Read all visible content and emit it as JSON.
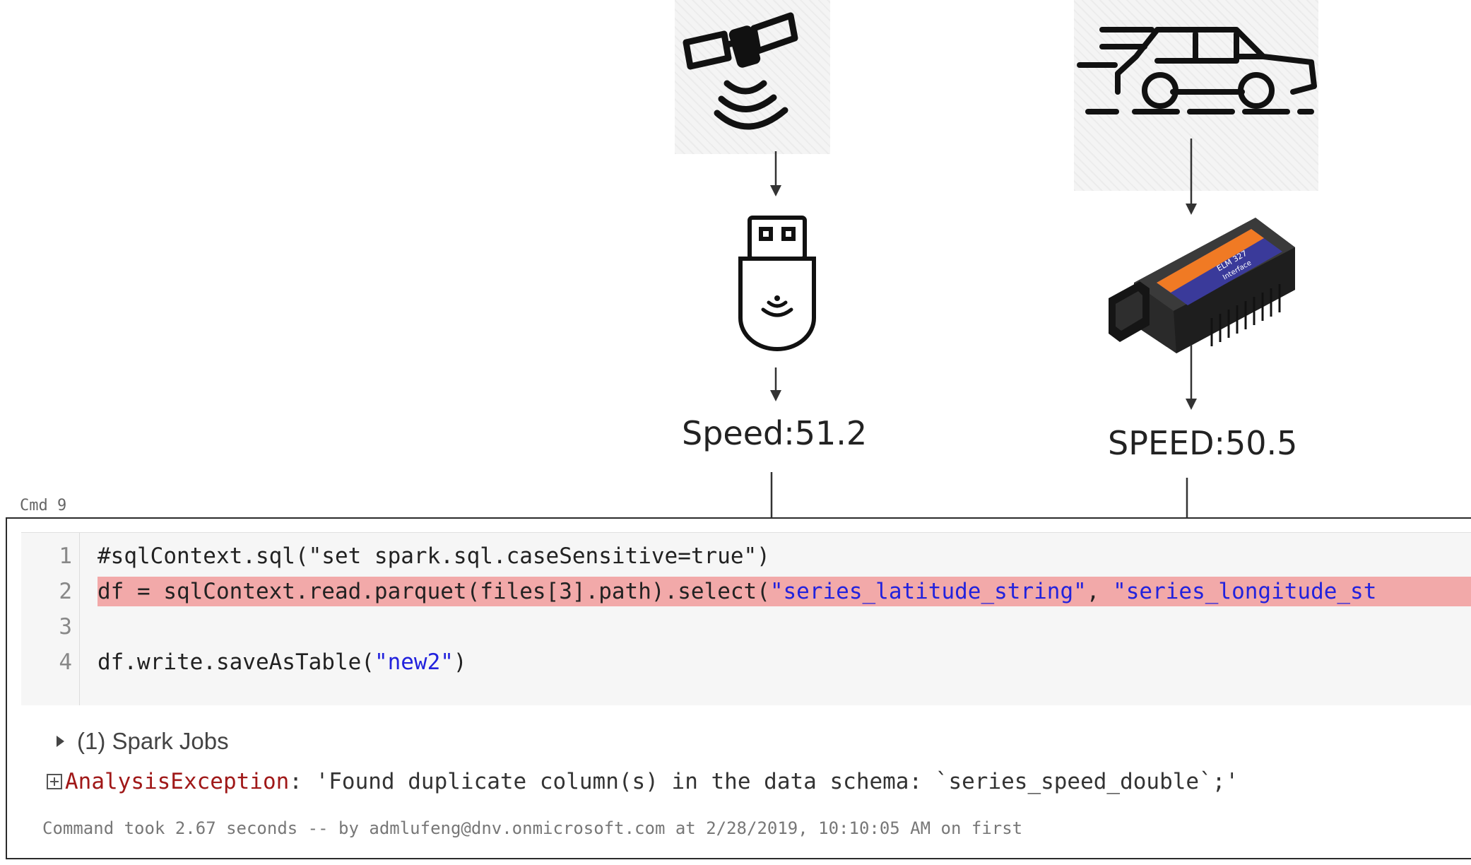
{
  "diagram": {
    "gps_label": "Speed:51.2",
    "obd_label": "SPEED:50.5",
    "icons": {
      "satellite": "satellite-icon",
      "usb": "usb-wireless-dongle-icon",
      "car": "car-icon",
      "obd": "obd-elm327-adapter-icon"
    },
    "obd_sticker_lines": [
      "ELM 327",
      "Interface"
    ]
  },
  "notebook": {
    "cmd_label": "Cmd 9",
    "code_lines": [
      {
        "num": "1",
        "parts": [
          {
            "t": "#sqlContext.sql(\"set spark.sql.caseSensitive=true\")",
            "c": ""
          }
        ],
        "highlight": false
      },
      {
        "num": "2",
        "parts": [
          {
            "t": "df = sqlContext.read.parquet(files[3].path).select(",
            "c": ""
          },
          {
            "t": "\"series_latitude_string\"",
            "c": "str"
          },
          {
            "t": ", ",
            "c": ""
          },
          {
            "t": "\"series_longitude_st",
            "c": "str"
          }
        ],
        "highlight": true
      },
      {
        "num": "3",
        "parts": [
          {
            "t": "",
            "c": ""
          }
        ],
        "highlight": false
      },
      {
        "num": "4",
        "parts": [
          {
            "t": "df.write.saveAsTable(",
            "c": ""
          },
          {
            "t": "\"new2\"",
            "c": "str"
          },
          {
            "t": ")",
            "c": ""
          }
        ],
        "highlight": false
      }
    ],
    "jobs_label": "(1) Spark Jobs",
    "error_name": "AnalysisException",
    "error_message": ": 'Found duplicate column(s) in the data schema: `series_speed_double`;'",
    "footer": "Command took 2.67 seconds -- by admlufeng@dnv.onmicrosoft.com at 2/28/2019, 10:10:05 AM on first"
  },
  "colors": {
    "highlight": "#f2a9a9",
    "string": "#2222dd",
    "error": "#a01818",
    "obd_sticker_orange": "#f07a24",
    "obd_sticker_blue": "#3a3a9a"
  }
}
